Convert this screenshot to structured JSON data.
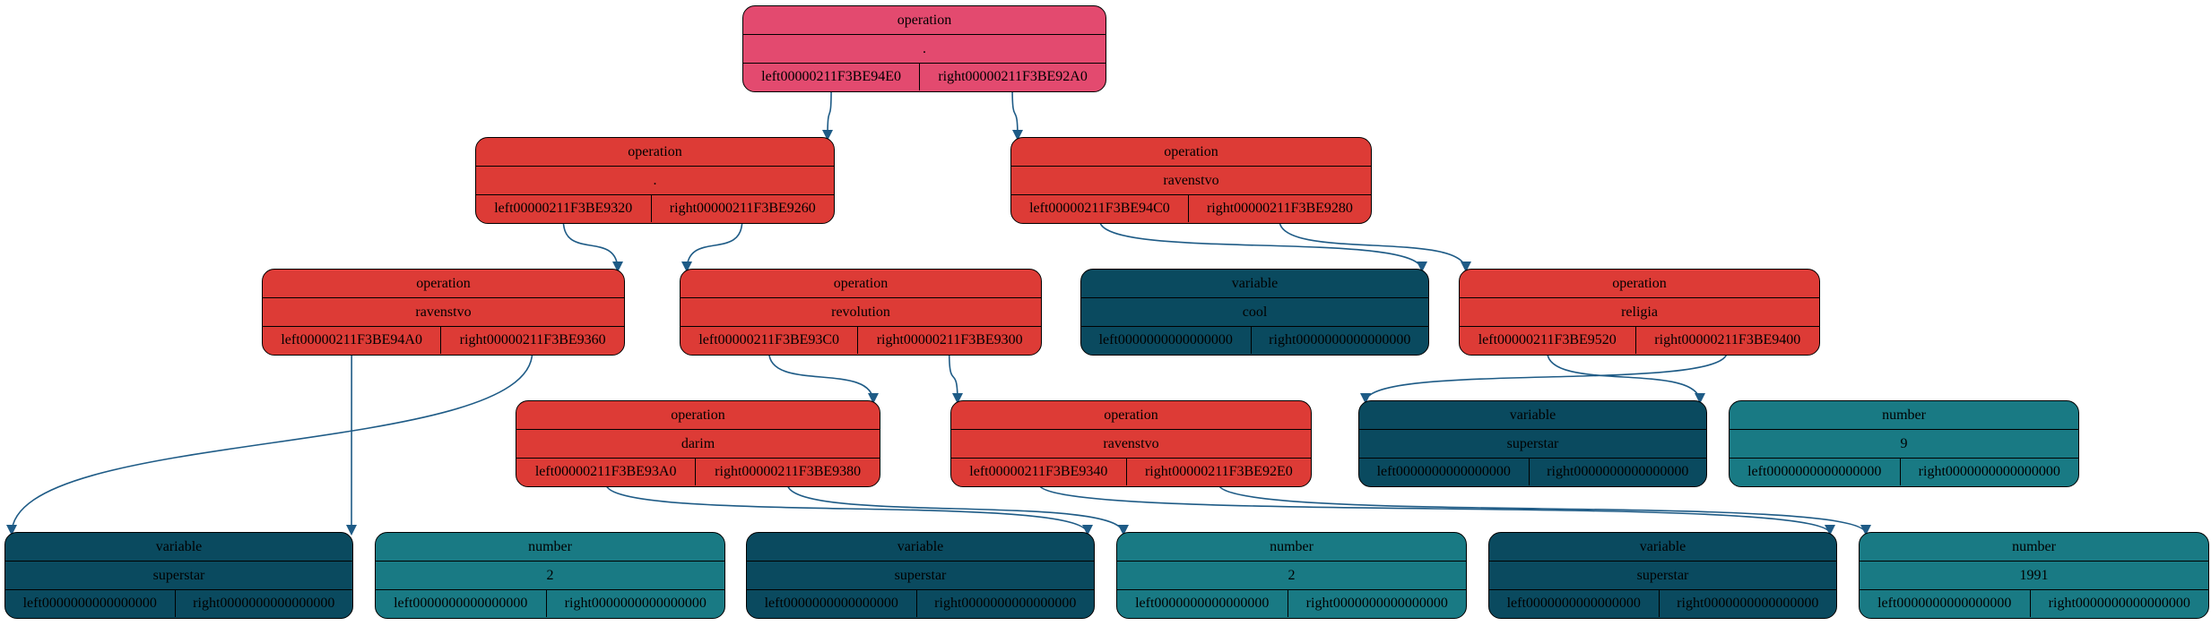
{
  "colors": {
    "root_operation": "#e34a6f",
    "operation": "#dd3b36",
    "variable": "#0a4a5f",
    "number": "#197a84",
    "edge": "#1e5b86"
  },
  "nodes": [
    {
      "id": "n0",
      "kind": "root_operation",
      "type": "operation",
      "value": ".",
      "left": "left00000211F3BE94E0",
      "right": "right00000211F3BE92A0"
    },
    {
      "id": "n1",
      "kind": "operation",
      "type": "operation",
      "value": ".",
      "left": "left00000211F3BE9320",
      "right": "right00000211F3BE9260"
    },
    {
      "id": "n2",
      "kind": "operation",
      "type": "operation",
      "value": "ravenstvo",
      "left": "left00000211F3BE94C0",
      "right": "right00000211F3BE9280"
    },
    {
      "id": "n3",
      "kind": "operation",
      "type": "operation",
      "value": "ravenstvo",
      "left": "left00000211F3BE94A0",
      "right": "right00000211F3BE9360"
    },
    {
      "id": "n4",
      "kind": "operation",
      "type": "operation",
      "value": "revolution",
      "left": "left00000211F3BE93C0",
      "right": "right00000211F3BE9300"
    },
    {
      "id": "n5",
      "kind": "variable",
      "type": "variable",
      "value": "cool",
      "left": "left0000000000000000",
      "right": "right0000000000000000"
    },
    {
      "id": "n6",
      "kind": "operation",
      "type": "operation",
      "value": "religia",
      "left": "left00000211F3BE9520",
      "right": "right00000211F3BE9400"
    },
    {
      "id": "n7",
      "kind": "operation",
      "type": "operation",
      "value": "darim",
      "left": "left00000211F3BE93A0",
      "right": "right00000211F3BE9380"
    },
    {
      "id": "n8",
      "kind": "operation",
      "type": "operation",
      "value": "ravenstvo",
      "left": "left00000211F3BE9340",
      "right": "right00000211F3BE92E0"
    },
    {
      "id": "n9",
      "kind": "variable",
      "type": "variable",
      "value": "superstar",
      "left": "left0000000000000000",
      "right": "right0000000000000000"
    },
    {
      "id": "n10",
      "kind": "number",
      "type": "number",
      "value": "9",
      "left": "left0000000000000000",
      "right": "right0000000000000000"
    },
    {
      "id": "n11",
      "kind": "variable",
      "type": "variable",
      "value": "superstar",
      "left": "left0000000000000000",
      "right": "right0000000000000000"
    },
    {
      "id": "n12",
      "kind": "number",
      "type": "number",
      "value": "2",
      "left": "left0000000000000000",
      "right": "right0000000000000000"
    },
    {
      "id": "n13",
      "kind": "variable",
      "type": "variable",
      "value": "superstar",
      "left": "left0000000000000000",
      "right": "right0000000000000000"
    },
    {
      "id": "n14",
      "kind": "number",
      "type": "number",
      "value": "2",
      "left": "left0000000000000000",
      "right": "right0000000000000000"
    },
    {
      "id": "n15",
      "kind": "variable",
      "type": "variable",
      "value": "superstar",
      "left": "left0000000000000000",
      "right": "right0000000000000000"
    },
    {
      "id": "n16",
      "kind": "number",
      "type": "number",
      "value": "1991",
      "left": "left0000000000000000",
      "right": "right0000000000000000"
    }
  ],
  "edges": [
    {
      "from": "n0",
      "port": "left",
      "to": "n1"
    },
    {
      "from": "n0",
      "port": "right",
      "to": "n2"
    },
    {
      "from": "n1",
      "port": "left",
      "to": "n3"
    },
    {
      "from": "n1",
      "port": "right",
      "to": "n4"
    },
    {
      "from": "n2",
      "port": "left",
      "to": "n5"
    },
    {
      "from": "n2",
      "port": "right",
      "to": "n6"
    },
    {
      "from": "n3",
      "port": "left",
      "to": "n11"
    },
    {
      "from": "n3",
      "port": "right",
      "to": "n11"
    },
    {
      "from": "n4",
      "port": "left",
      "to": "n7"
    },
    {
      "from": "n4",
      "port": "right",
      "to": "n8"
    },
    {
      "from": "n6",
      "port": "left",
      "to": "n9"
    },
    {
      "from": "n6",
      "port": "right",
      "to": "n9"
    },
    {
      "from": "n7",
      "port": "left",
      "to": "n13"
    },
    {
      "from": "n7",
      "port": "right",
      "to": "n14"
    },
    {
      "from": "n8",
      "port": "left",
      "to": "n15"
    },
    {
      "from": "n8",
      "port": "right",
      "to": "n16"
    }
  ]
}
